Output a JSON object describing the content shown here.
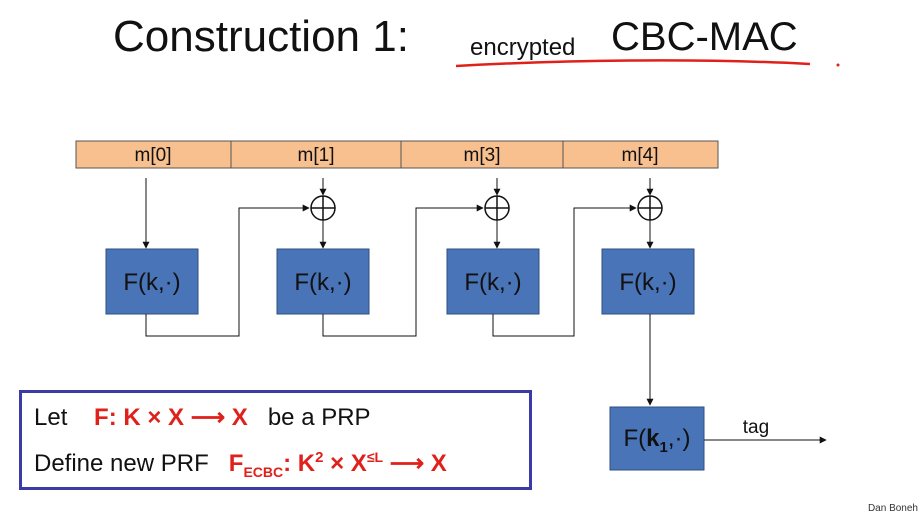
{
  "title": {
    "main": "Construction 1:",
    "sub": "encrypted",
    "highlight": "CBC-MAC"
  },
  "messages": [
    "m[0]",
    "m[1]",
    "m[3]",
    "m[4]"
  ],
  "prf_blocks": [
    "F(k,·)",
    "F(k,·)",
    "F(k,·)",
    "F(k,·)"
  ],
  "final_block": {
    "prefix": "F(",
    "key": "k",
    "key_sub": "1",
    "suffix": ",·)"
  },
  "tag_label": "tag",
  "definition": {
    "line1_prefix": "Let",
    "line1_formula": "F: K × X ⟶ X",
    "line1_suffix": "be a PRP",
    "line2_prefix": "Define new PRF",
    "f_letter": "F",
    "f_sub": "ECBC",
    "colon_k": ": K",
    "k_sup": "2",
    "times_x": " × X",
    "x_sup": "≤L",
    "arrow_x": " ⟶ X"
  },
  "author": "Dan Boneh",
  "colors": {
    "message_fill": "#f7c08e",
    "block_fill": "#4a74b8",
    "accent_red": "#e0201b",
    "border_blue": "#3b3ba8"
  }
}
